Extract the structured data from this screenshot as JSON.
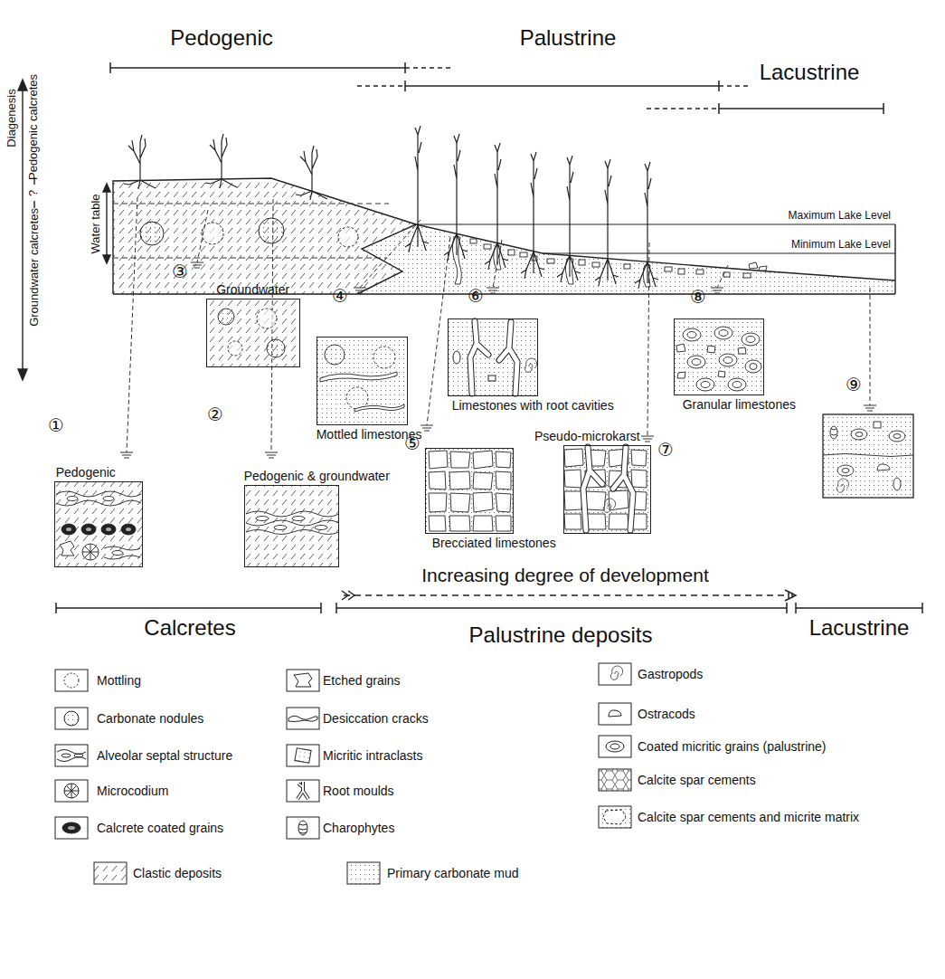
{
  "diagram": {
    "nodes": [
      {
        "text": [
          "Pedogenic"
        ]
      },
      {
        "text": [
          "Pedogenic & groundwater"
        ]
      },
      {
        "text": [
          "Groundwater"
        ]
      },
      {
        "text": [
          "Mottled limestones"
        ]
      },
      {
        "text": [
          "Brecciated limestones"
        ]
      },
      {
        "text": [
          "Limestones with root cavities"
        ]
      },
      {
        "text": [
          "Pseudo-microkarst"
        ]
      },
      {
        "text": [
          "Granular limestones"
        ]
      }
    ],
    "labels": [
      "Pedogenic",
      "Palustrine",
      "Lacustrine",
      "Diagenesis",
      "Pedogenic calcretes",
      "?",
      "Groundwater calcretes",
      "Water table",
      "Maximum Lake Level",
      "Minimum Lake Level",
      "①",
      "②",
      "③",
      "④",
      "⑤",
      "⑥",
      "⑦",
      "⑧",
      "⑨",
      "Increasing degree of development",
      "Calcretes",
      "Palustrine deposits",
      "Lacustrine"
    ],
    "legend": [
      {
        "text": "Mottling"
      },
      {
        "text": "Carbonate nodules"
      },
      {
        "text": "Alveolar septal structure"
      },
      {
        "text": "Microcodium"
      },
      {
        "text": "Calcrete coated grains"
      },
      {
        "text": "Etched grains"
      },
      {
        "text": "Desiccation cracks"
      },
      {
        "text": "Micritic intraclasts"
      },
      {
        "text": "Root moulds"
      },
      {
        "text": "Charophytes"
      },
      {
        "text": "Gastropods"
      },
      {
        "text": "Ostracods"
      },
      {
        "text": "Coated micritic grains (palustrine)"
      },
      {
        "text": "Calcite spar cements"
      },
      {
        "text": "Calcite spar cements and micrite matrix"
      },
      {
        "text": "Clastic deposits"
      },
      {
        "text": "Primary carbonate mud"
      }
    ]
  }
}
